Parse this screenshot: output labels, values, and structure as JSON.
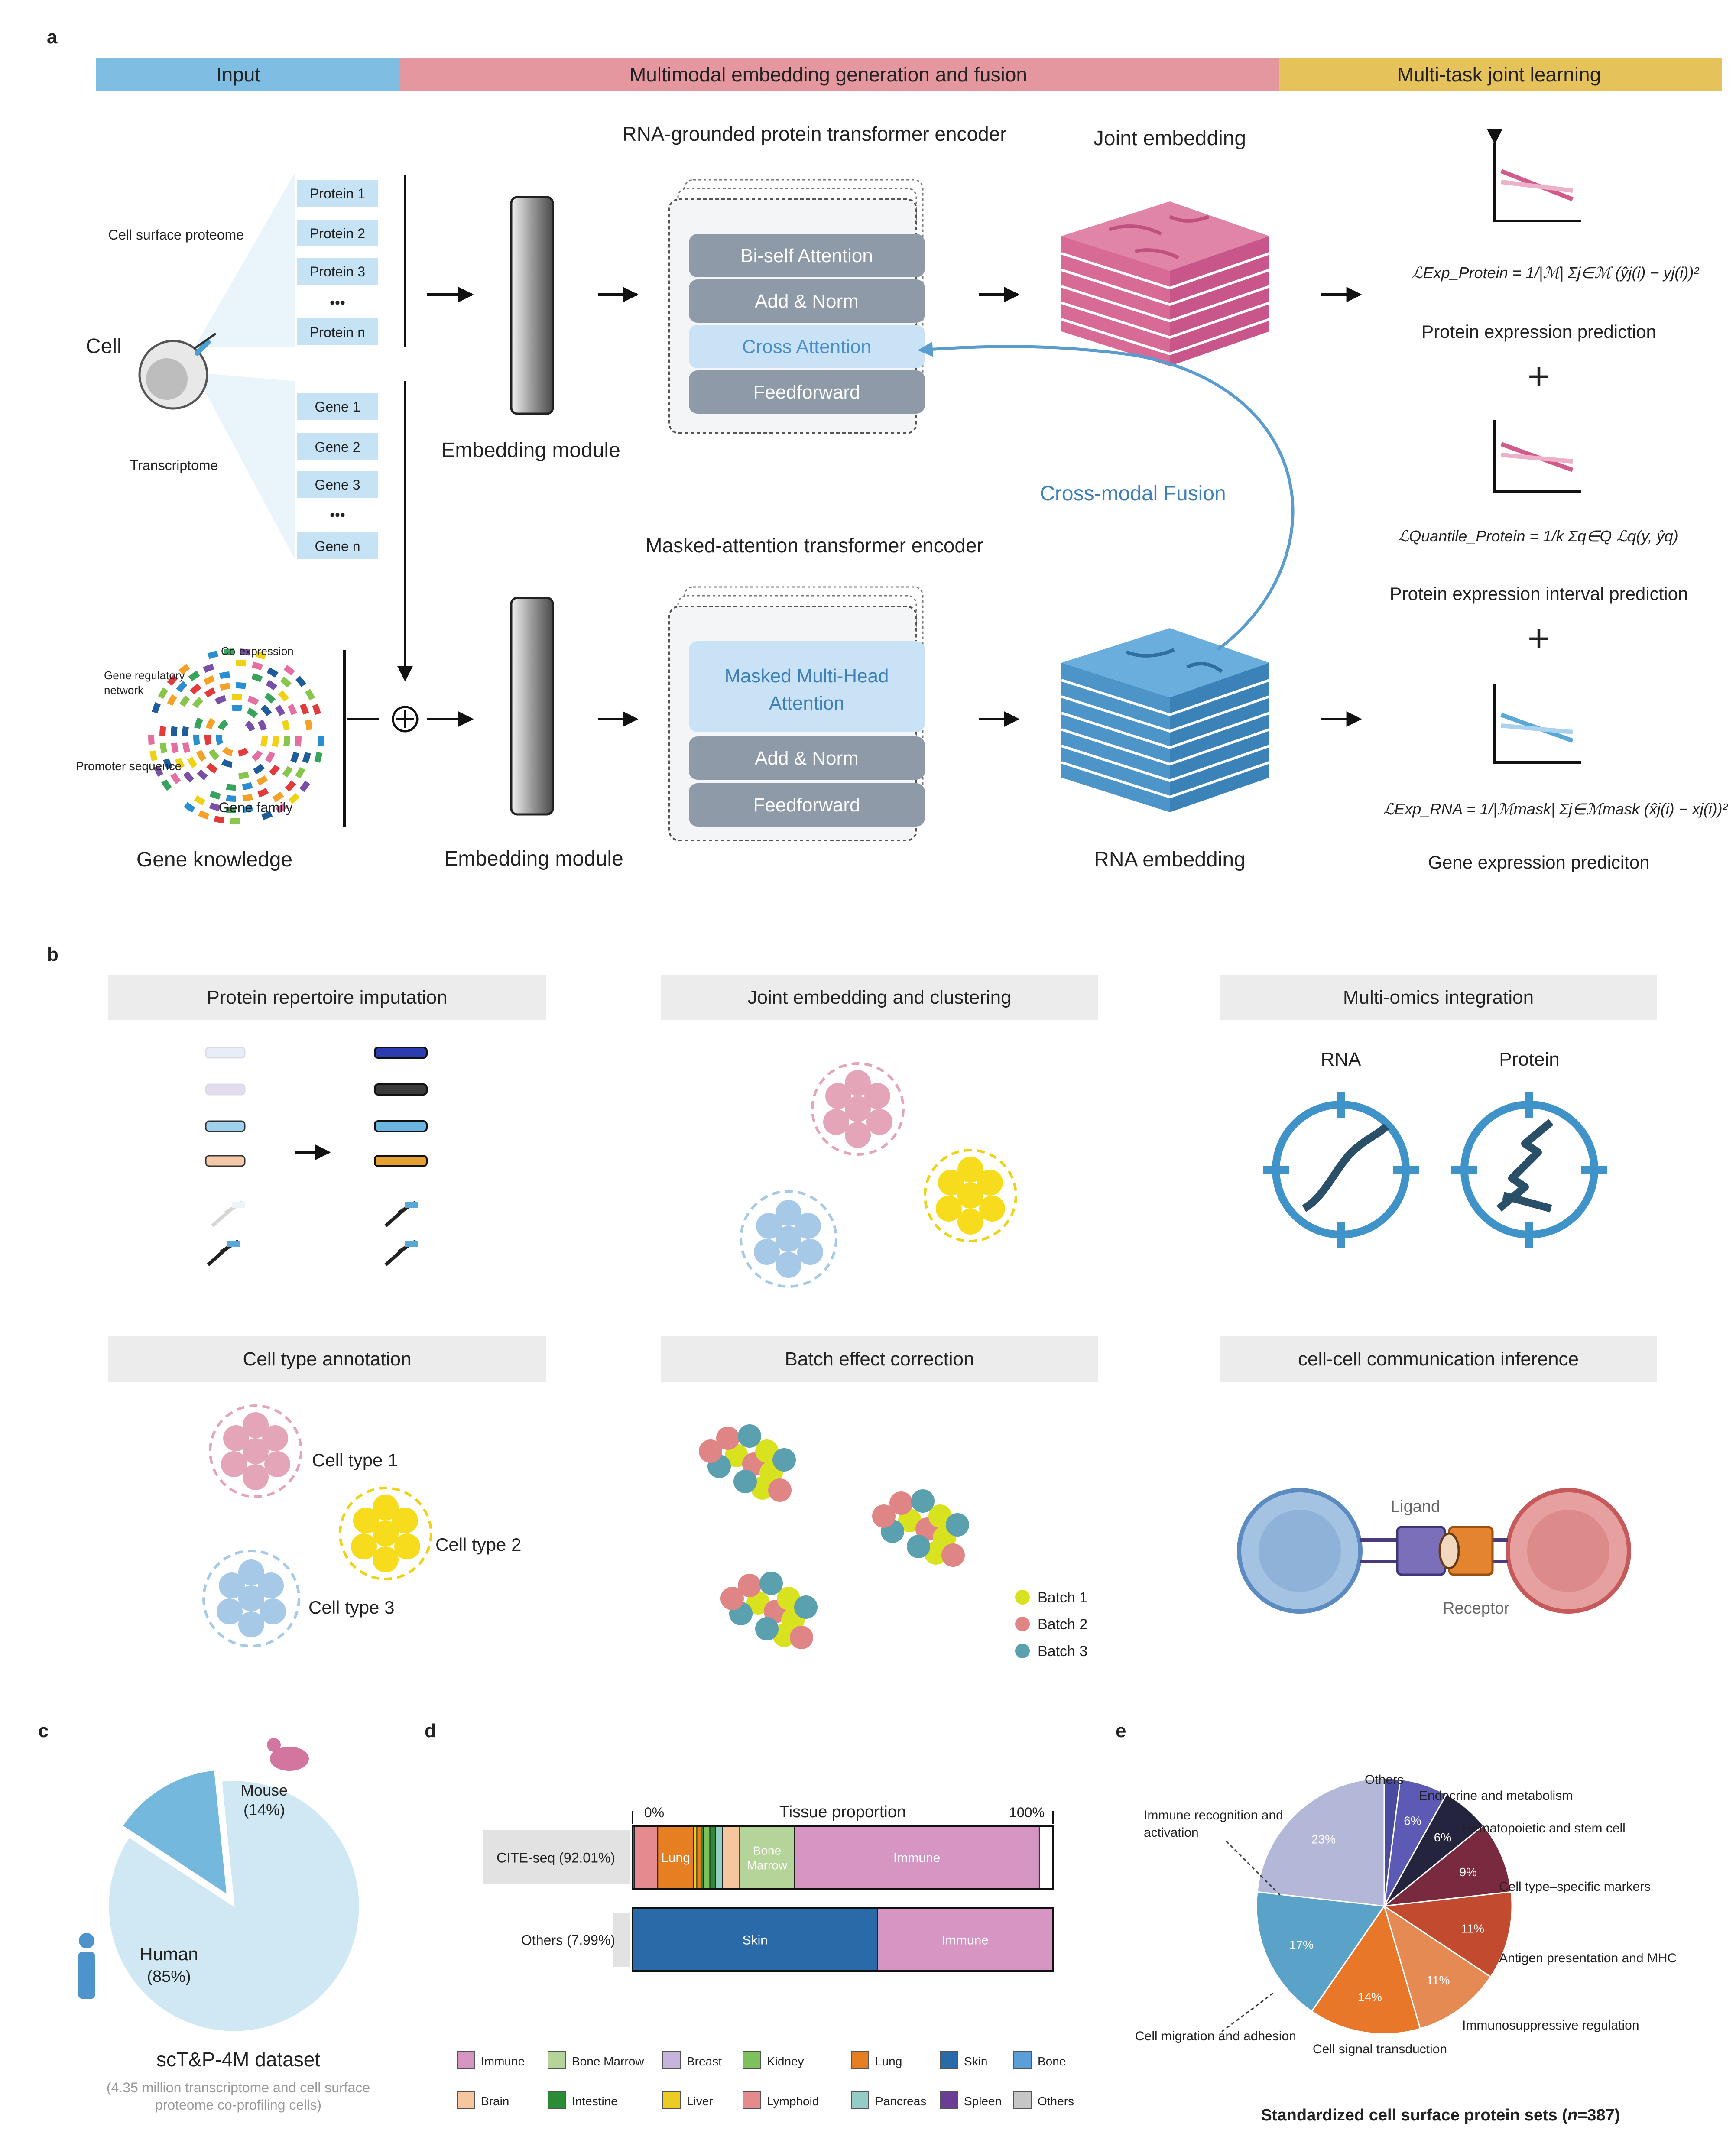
{
  "panels": {
    "a": "a",
    "b": "b",
    "c": "c",
    "d": "d",
    "e": "e"
  },
  "header": {
    "input": "Input",
    "fusion": "Multimodal embedding generation and fusion",
    "joint": "Multi-task joint learning",
    "colors": {
      "input": "#7fbde2",
      "fusion": "#e4979e",
      "joint": "#e5c35a"
    }
  },
  "input": {
    "cell_label": "Cell",
    "proteome_label": "Cell surface proteome",
    "transcriptome_label": "Transcriptome",
    "proteins": [
      "Protein 1",
      "Protein 2",
      "Protein 3",
      "•••",
      "Protein n"
    ],
    "genes": [
      "Gene 1",
      "Gene 2",
      "Gene 3",
      "•••",
      "Gene n"
    ],
    "gene_knowledge": "Gene knowledge",
    "coexpression": "Co-expression",
    "grn1": "Gene regulatory",
    "grn2": "network",
    "promoter": "Promoter sequence",
    "gene_family": "Gene family"
  },
  "encoder": {
    "embedding_module": "Embedding module",
    "protein_title": "RNA-grounded protein transformer encoder",
    "protein_blocks": [
      "Bi-self Attention",
      "Add & Norm",
      "Cross Attention",
      "Feedforward"
    ],
    "rna_title": "Masked-attention transformer encoder",
    "rna_block1": "Masked Multi-Head",
    "rna_block2": "Attention",
    "rna_blocks": [
      "Add & Norm",
      "Feedforward"
    ],
    "fusion_label": "Cross-modal Fusion",
    "joint_title": "Joint embedding",
    "rna_embedding": "RNA embedding"
  },
  "tasks": {
    "protein_pred": "Protein expression prediction",
    "interval_pred": "Protein expression interval prediction",
    "gene_pred": "Gene expression prediciton",
    "plus": "+"
  },
  "apps": {
    "imputation": "Protein repertoire imputation",
    "clustering": "Joint embedding and clustering",
    "integration": "Multi-omics integration",
    "rna": "RNA",
    "protein": "Protein",
    "annotation": "Cell type annotation",
    "cell_types": [
      "Cell type 1",
      "Cell type 2",
      "Cell type 3"
    ],
    "batch": "Batch effect correction",
    "batches": [
      "Batch 1",
      "Batch 2",
      "Batch 3"
    ],
    "ccc": "cell-cell communication inference",
    "ligand": "Ligand",
    "receptor": "Receptor"
  },
  "pie_c": {
    "title": "scT&P-4M dataset",
    "note1": "(4.35 million transcriptome and cell surface",
    "note2": "proteome co-profiling cells)",
    "human": "Human",
    "human_pct": "(85%)",
    "mouse": "Mouse",
    "mouse_pct": "(14%)"
  },
  "chart_data": [
    {
      "type": "pie",
      "slices": [
        {
          "name": "Human",
          "value": 85,
          "color": "#cfe8f4"
        },
        {
          "name": "Mouse",
          "value": 14,
          "color": "#74b8de"
        }
      ]
    },
    {
      "type": "bar",
      "title": "Tissue proportion",
      "xlim": [
        0,
        100
      ],
      "ticks": [
        "0%",
        "100%"
      ],
      "rows": [
        {
          "name": "CITE-seq (92.01%)",
          "segments": [
            {
              "tissue": "Spleen",
              "value": 0.5,
              "label": ""
            },
            {
              "tissue": "Lymphoid",
              "value": 5.5,
              "label": ""
            },
            {
              "tissue": "Lung",
              "value": 8.5,
              "label": "Lung"
            },
            {
              "tissue": "Liver",
              "value": 0.8,
              "label": ""
            },
            {
              "tissue": "Lung",
              "value": 1.0,
              "label": ""
            },
            {
              "tissue": "Intestine",
              "value": 0.6,
              "label": ""
            },
            {
              "tissue": "Kidney",
              "value": 1.5,
              "label": ""
            },
            {
              "tissue": "Intestine",
              "value": 1.3,
              "label": ""
            },
            {
              "tissue": "Pancreas",
              "value": 1.7,
              "label": ""
            },
            {
              "tissue": "Brain",
              "value": 4.1,
              "label": ""
            },
            {
              "tissue": "Bone Marrow",
              "value": 13.0,
              "label": "Bone Marrow"
            },
            {
              "tissue": "Immune",
              "value": 58.3,
              "label": "Immune"
            }
          ]
        },
        {
          "name": "Others (7.99%)",
          "segments": [
            {
              "tissue": "Skin",
              "value": 58.3,
              "label": "Skin"
            },
            {
              "tissue": "Immune",
              "value": 41.7,
              "label": "Immune"
            }
          ]
        }
      ],
      "legend": [
        {
          "name": "Immune",
          "color": "#d795c4"
        },
        {
          "name": "Bone Marrow",
          "color": "#b5d49a"
        },
        {
          "name": "Breast",
          "color": "#c6b4dc"
        },
        {
          "name": "Kidney",
          "color": "#7cc15c"
        },
        {
          "name": "Lung",
          "color": "#e67f21"
        },
        {
          "name": "Skin",
          "color": "#2b6aa8"
        },
        {
          "name": "Bone",
          "color": "#5b9ed8"
        },
        {
          "name": "Brain",
          "color": "#f6c79e"
        },
        {
          "name": "Intestine",
          "color": "#2c8c36"
        },
        {
          "name": "Liver",
          "color": "#eccc22"
        },
        {
          "name": "Lymphoid",
          "color": "#e68b8d"
        },
        {
          "name": "Pancreas",
          "color": "#93cdc6"
        },
        {
          "name": "Spleen",
          "color": "#6b3d94"
        },
        {
          "name": "Others",
          "color": "#c6c6c6"
        }
      ]
    },
    {
      "type": "pie",
      "title": "Standardized cell surface protein sets (n=387)",
      "slices": [
        {
          "name": "Others",
          "value": 2,
          "color": "#4a4aa0",
          "label": ""
        },
        {
          "name": "Endocrine and metabolism",
          "value": 6,
          "color": "#5c5ab4",
          "label": "6%"
        },
        {
          "name": "Hematopoietic and stem cell",
          "value": 6,
          "color": "#25243e",
          "label": "6%"
        },
        {
          "name": "Cell type–specific markers",
          "value": 9,
          "color": "#7a2a3e",
          "label": "9%"
        },
        {
          "name": "Antigen presentation and MHC",
          "value": 11,
          "color": "#c14a2f",
          "label": "11%"
        },
        {
          "name": "Immunosuppressive regulation",
          "value": 11,
          "color": "#e58a52",
          "label": "11%"
        },
        {
          "name": "Cell signal transduction",
          "value": 14,
          "color": "#e8772a",
          "label": "14%"
        },
        {
          "name": "Cell migration and adhesion",
          "value": 17,
          "color": "#5aa2c8",
          "label": "17%"
        },
        {
          "name": "Immune recognition and activation",
          "value": 23,
          "color": "#b4b8d8",
          "label": "23%"
        }
      ]
    }
  ],
  "pie_e": {
    "title_prefix": "Standardized cell surface protein sets (",
    "title_n": "n",
    "title_suffix": "=387)",
    "labels": {
      "others": "Others",
      "endocrine": "Endocrine and metabolism",
      "hema": "Hematopoietic and stem cell",
      "markers": "Cell type–specific markers",
      "antigen": "Antigen presentation and MHC",
      "immuno": "Immunosuppressive regulation",
      "signal": "Cell signal transduction",
      "migration": "Cell migration and adhesion",
      "immune1": "Immune recognition and",
      "immune2": "activation"
    }
  }
}
